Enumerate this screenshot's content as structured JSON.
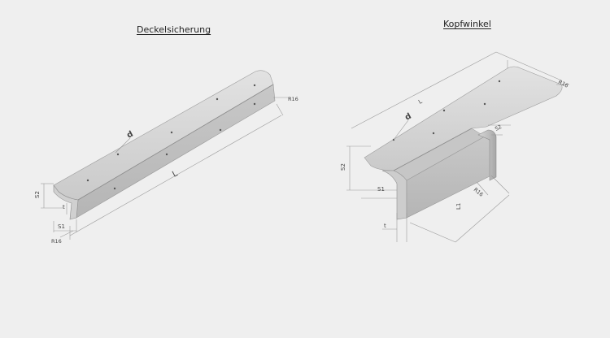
{
  "drawing_left": {
    "title": "Deckelsicherung",
    "labels": {
      "d": "d",
      "L": "L",
      "s2": "S2",
      "t": "t",
      "s1": "S1",
      "r16_bottom": "R16",
      "r16_end": "R16"
    }
  },
  "drawing_right": {
    "title": "Kopfwinkel",
    "labels": {
      "d": "d",
      "L": "L",
      "s2_left": "S2",
      "s1": "S1",
      "t": "t",
      "s2_right": "S2",
      "r16_inner": "R16",
      "r16_end": "R16",
      "l1": "L1"
    }
  },
  "colors": {
    "background": "#efefef",
    "metal_light": "#dcdcdc",
    "metal_mid": "#c4c4c4",
    "metal_dark": "#a9a9a9"
  }
}
